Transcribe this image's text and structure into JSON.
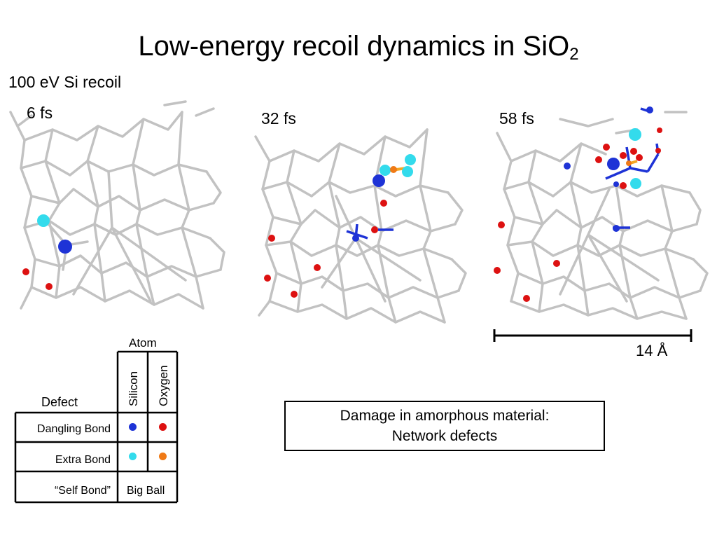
{
  "title": {
    "text": "Low-energy recoil dynamics in SiO",
    "subscript": "2"
  },
  "subtitle": "100 eV Si recoil",
  "panels": [
    {
      "time_label": "6 fs"
    },
    {
      "time_label": "32 fs"
    },
    {
      "time_label": "58 fs"
    }
  ],
  "scale_bar": {
    "label": "14 Å"
  },
  "colors": {
    "bond": "#c2c2c2",
    "silicon_dangling": "#1e33d6",
    "oxygen_dangling": "#dd1111",
    "silicon_extra": "#33dbec",
    "oxygen_extra": "#f07a16"
  },
  "legend": {
    "atom_header": "Atom",
    "defect_header": "Defect",
    "columns": [
      "Silicon",
      "Oxygen"
    ],
    "rows": [
      {
        "label": "Dangling Bond",
        "silicon": "dot-blue",
        "oxygen": "dot-red"
      },
      {
        "label": "Extra Bond",
        "silicon": "dot-cyan",
        "oxygen": "dot-orange"
      },
      {
        "label": "“Self Bond”",
        "span_text": "Big Ball"
      }
    ]
  },
  "damage_box": {
    "line1": "Damage in amorphous material:",
    "line2": "Network defects"
  }
}
